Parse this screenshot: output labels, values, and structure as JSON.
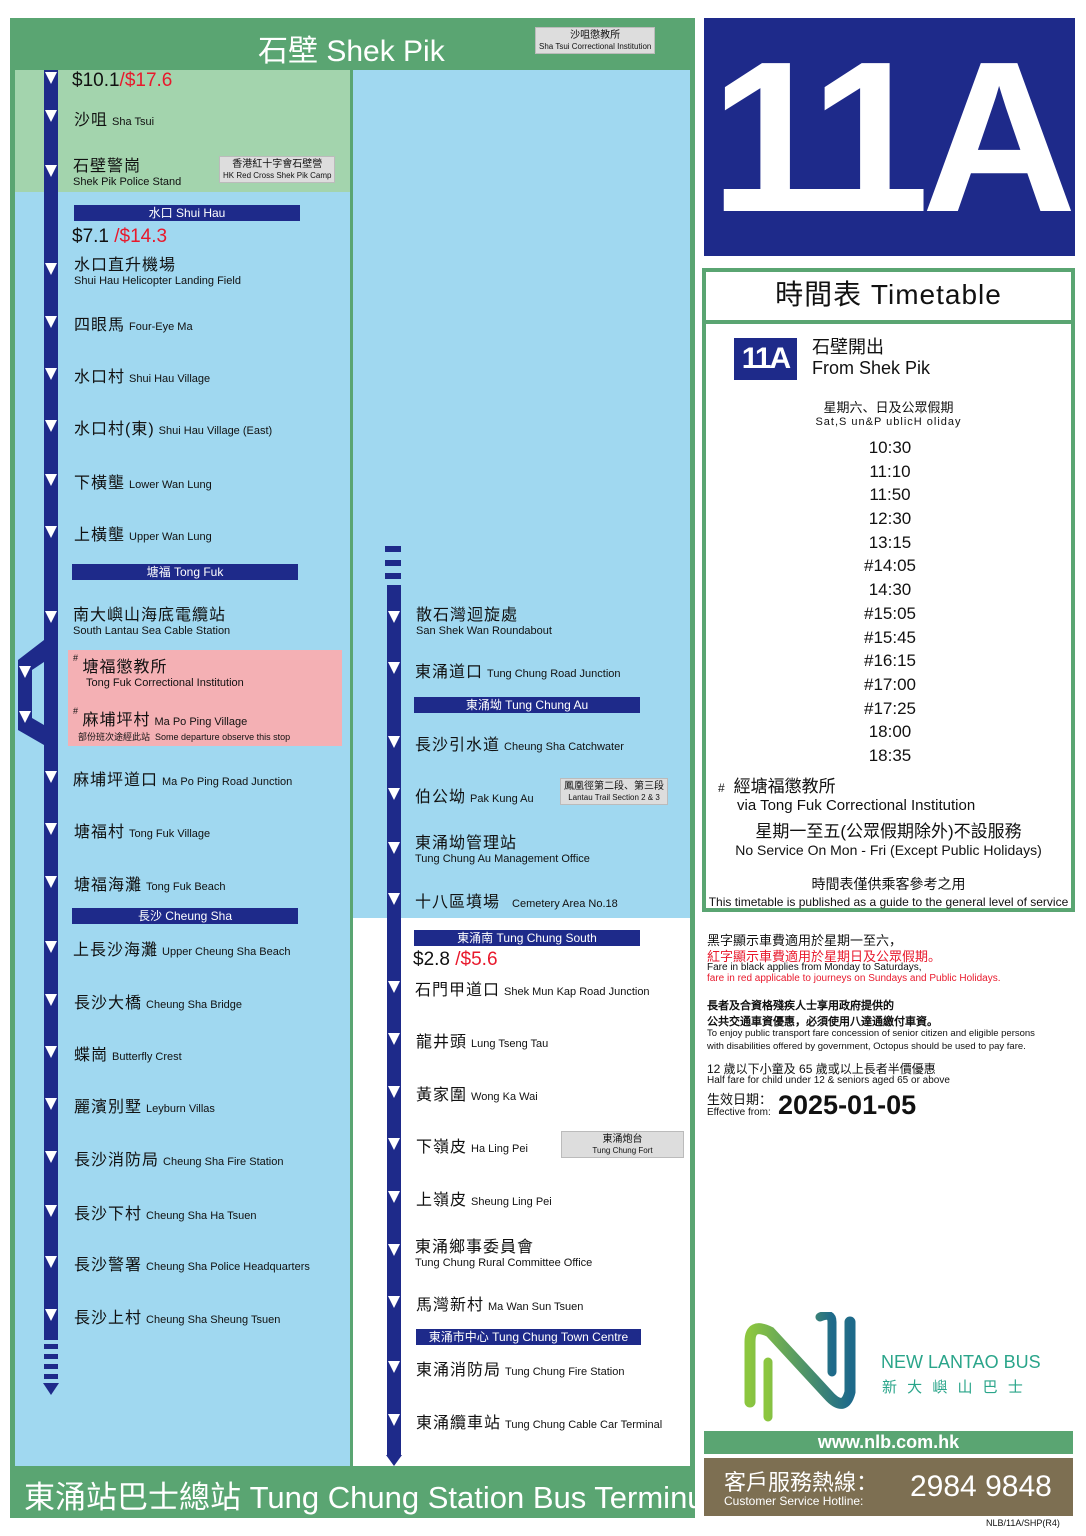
{
  "header": {
    "title": "石壁 Shek Pik",
    "badge_zh": "沙咀懲教所",
    "badge_en": "Sha Tsui Correctional Institution"
  },
  "footer_terminus": "東涌站巴士總站 Tung Chung Station Bus Terminus",
  "left_column": {
    "fare1": {
      "black": "$10.1",
      "red": "/$17.6"
    },
    "stops_top": [
      {
        "zh": "沙咀",
        "en": "Sha Tsui"
      },
      {
        "zh": "石壁警崗",
        "en": "Shek Pik Police Stand",
        "badge_zh": "香港紅十字會石壁營",
        "badge_en": "HK Red Cross Shek Pik Camp"
      }
    ],
    "section1": "水口 Shui Hau",
    "fare2": {
      "black": "$7.1",
      "red": "/$14.3"
    },
    "stops_a": [
      {
        "zh": "水口直升機場",
        "en": "Shui Hau Helicopter Landing Field"
      },
      {
        "zh": "四眼馬",
        "en": "Four-Eye Ma"
      },
      {
        "zh": "水口村",
        "en": "Shui Hau Village"
      },
      {
        "zh": "水口村(東)",
        "en": "Shui Hau Village (East)"
      },
      {
        "zh": "下橫壟",
        "en": "Lower Wan Lung"
      },
      {
        "zh": "上橫壟",
        "en": "Upper Wan Lung"
      }
    ],
    "section2": "塘福 Tong Fuk",
    "stops_b": [
      {
        "zh": "南大嶼山海底電纜站",
        "en": "South Lantau Sea Cable Station"
      }
    ],
    "detour": {
      "stop1_zh": "塘福懲教所",
      "stop1_en": "Tong Fuk Correctional Institution",
      "stop2_zh": "麻埔坪村",
      "stop2_en": "Ma Po Ping Village",
      "mark": "#",
      "note_zh": "部份班次途經此站",
      "note_en": "Some departure observe this stop"
    },
    "stops_c": [
      {
        "zh": "麻埔坪道口",
        "en": "Ma Po Ping Road Junction"
      },
      {
        "zh": "塘福村",
        "en": "Tong Fuk Village"
      },
      {
        "zh": "塘福海灘",
        "en": "Tong Fuk Beach"
      }
    ],
    "section3": "長沙 Cheung Sha",
    "stops_d": [
      {
        "zh": "上長沙海灘",
        "en": "Upper Cheung Sha Beach"
      },
      {
        "zh": "長沙大橋",
        "en": "Cheung Sha Bridge"
      },
      {
        "zh": "蝶崗",
        "en": "Butterfly Crest"
      },
      {
        "zh": "麗濱別墅",
        "en": "Leyburn Villas"
      },
      {
        "zh": "長沙消防局",
        "en": "Cheung Sha Fire Station"
      },
      {
        "zh": "長沙下村",
        "en": "Cheung Sha Ha Tsuen"
      },
      {
        "zh": "長沙警署",
        "en": "Cheung Sha Police Headquarters"
      },
      {
        "zh": "長沙上村",
        "en": "Cheung Sha Sheung Tsuen"
      }
    ]
  },
  "right_column": {
    "stops_a": [
      {
        "zh": "散石灣迴旋處",
        "en": "San Shek Wan Roundabout"
      },
      {
        "zh": "東涌道口",
        "en": "Tung Chung Road Junction"
      }
    ],
    "section1": "東涌坳 Tung Chung Au",
    "stops_b": [
      {
        "zh": "長沙引水道",
        "en": "Cheung Sha Catchwater"
      },
      {
        "zh": "伯公坳",
        "en": "Pak Kung Au",
        "badge_zh": "鳳凰徑第二段、第三段",
        "badge_en": "Lantau Trail Section 2 & 3"
      },
      {
        "zh": "東涌坳管理站",
        "en": "Tung Chung Au Management Office"
      },
      {
        "zh": "十八區墳場",
        "en": "Cemetery Area No.18"
      }
    ],
    "section2": "東涌南 Tung Chung South",
    "fare": {
      "black": "$2.8",
      "red": "/$5.6"
    },
    "stops_c": [
      {
        "zh": "石門甲道口",
        "en": "Shek Mun Kap Road Junction"
      },
      {
        "zh": "龍井頭",
        "en": "Lung Tseng Tau"
      },
      {
        "zh": "黃家圍",
        "en": "Wong Ka Wai"
      },
      {
        "zh": "下嶺皮",
        "en": "Ha Ling Pei",
        "badge_zh": "東涌炮台",
        "badge_en": "Tung Chung Fort"
      },
      {
        "zh": "上嶺皮",
        "en": "Sheung Ling Pei"
      },
      {
        "zh": "東涌鄉事委員會",
        "en": "Tung Chung Rural Committee Office"
      },
      {
        "zh": "馬灣新村",
        "en": "Ma Wan Sun Tsuen"
      }
    ],
    "section3": "東涌市中心 Tung Chung Town Centre",
    "stops_d": [
      {
        "zh": "東涌消防局",
        "en": "Tung Chung Fire Station"
      },
      {
        "zh": "東涌纜車站",
        "en": "Tung Chung Cable Car Terminal"
      }
    ]
  },
  "route_number": "11A",
  "timetable": {
    "title": "時間表 Timetable",
    "badge": "11A",
    "from_zh": "石壁開出",
    "from_en": "From Shek Pik",
    "days_zh": "星期六、日及公眾假期",
    "days_en": "Sat,S un&P ublicH oliday",
    "times": [
      "10:30",
      "11:10",
      "11:50",
      "12:30",
      "13:15",
      "#14:05",
      "14:30",
      "#15:05",
      "#15:45",
      "#16:15",
      "#17:00",
      "#17:25",
      "18:00",
      "18:35"
    ],
    "note_mark": "#",
    "note_zh": "經塘福懲教所",
    "note_en": "via Tong Fuk Correctional Institution",
    "noservice_zh": "星期一至五(公眾假期除外)不設服務",
    "noservice_en": "No Service On Mon - Fri (Except Public Holidays)",
    "guide_zh": "時間表僅供乘客參考之用",
    "guide_en": "This timetable is published as a guide to the general level of service"
  },
  "notes": {
    "fare_black_zh": "黑字顯示車費適用於星期一至六，",
    "fare_red_zh": "紅字顯示車費適用於星期日及公眾假期。",
    "fare_black_en": "Fare in black applies from Monday to Saturdays,",
    "fare_red_en": "fare in red applicable to journeys on Sundays and Public Holidays.",
    "conc_zh1": "長者及合資格殘疾人士享用政府提供的",
    "conc_zh2": "公共交通車資優惠，必須使用八達通繳付車資。",
    "conc_en1": "To enjoy public transport fare concession of senior citizen and eligible persons",
    "conc_en2": "with disabilities offered by government, Octopus should be used to pay fare.",
    "half_zh": "12 歲以下小童及 65 歲或以上長者半價優惠",
    "half_en": "Half fare for child under 12 & seniors aged 65 or above",
    "eff_zh": "生效日期：",
    "eff_en": "Effective from:",
    "eff_date": "2025-01-05"
  },
  "brand": {
    "name_en": "NEW LANTAO BUS",
    "name_zh": "新 大 嶼 山 巴 士",
    "website": "www.nlb.com.hk",
    "hotline_zh": "客戶服務熱線：",
    "hotline_en": "Customer Service Hotline:",
    "hotline": "2984 9848",
    "code": "NLB/11A/SHP(R4)"
  },
  "colors": {
    "green": "#5aa572",
    "navy": "#1e2a8a",
    "light_blue": "#a0d8f0",
    "light_green": "#a3d4ad",
    "pink": "#f4b0b4",
    "red": "#e8192c",
    "brown": "#7d6f52"
  }
}
